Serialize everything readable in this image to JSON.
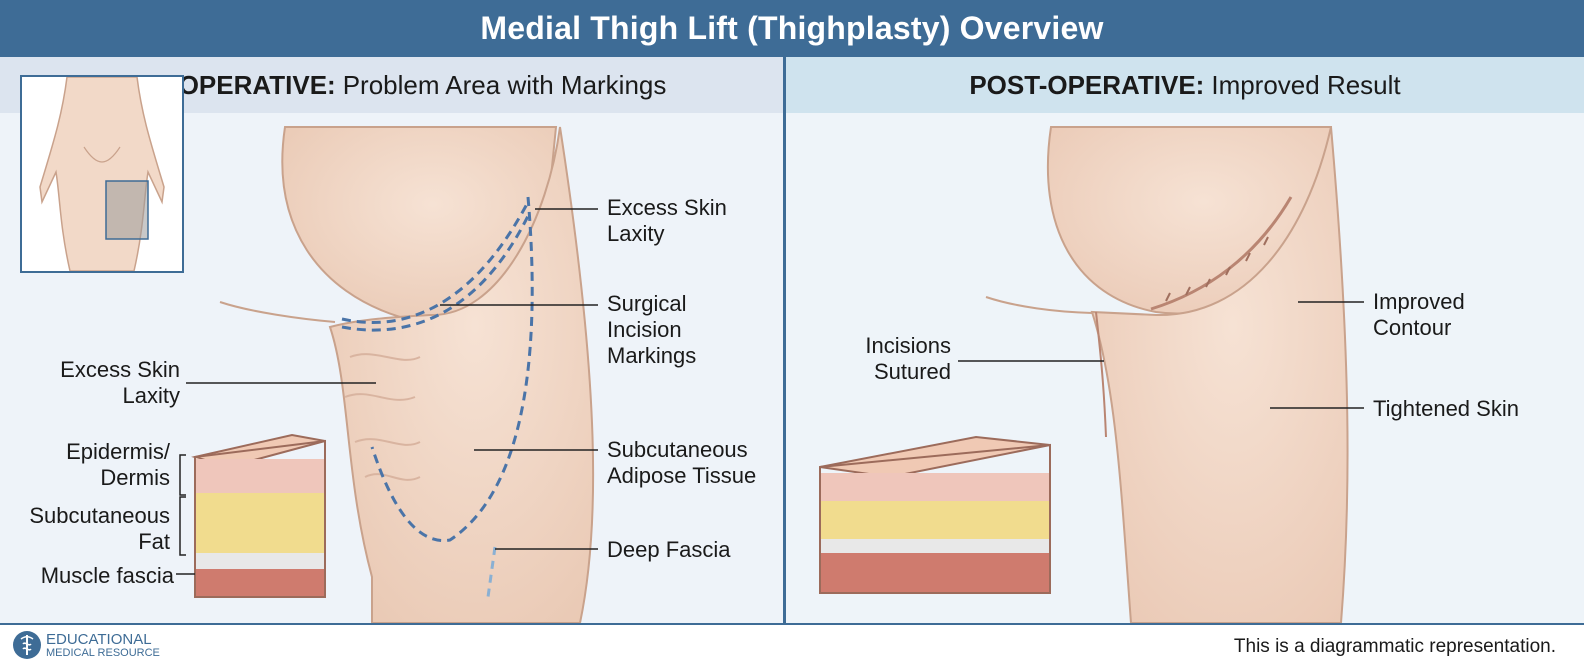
{
  "header": {
    "title": "Medial Thigh Lift (Thighplasty) Overview"
  },
  "pre_operative": {
    "heading_bold": "PRE-OPERATIVE:",
    "heading_rest": "Problem Area with Markings",
    "labels": {
      "excess_skin_laxity_top": [
        "Excess Skin",
        "Laxity"
      ],
      "surgical_incision_markings": [
        "Surgical",
        "Incision",
        "Markings"
      ],
      "excess_skin_laxity_left": [
        "Excess Skin",
        "Laxity"
      ],
      "subcutaneous_adipose_tissue": [
        "Subcutaneous",
        "Adipose Tissue"
      ],
      "deep_fascia": "Deep Fascia",
      "epidermis_dermis": [
        "Epidermis/",
        "Dermis"
      ],
      "subcutaneous_fat": [
        "Subcutaneous",
        "Fat"
      ],
      "muscle_fascia": "Muscle fascia"
    }
  },
  "post_operative": {
    "heading_bold": "POST-OPERATIVE:",
    "heading_rest": "Improved Result",
    "labels": {
      "improved_contour": [
        "Improved",
        "Contour"
      ],
      "incisions_sutured": [
        "Incisions",
        "Sutured"
      ],
      "tightened_skin": "Tightened Skin"
    }
  },
  "footer": {
    "brand_line1": "EDUCATIONAL",
    "brand_line2": "MEDICAL RESOURCE",
    "note": "This is a diagrammatic representation."
  },
  "colors": {
    "header_blue": "#3e6c96",
    "skin": "#f2d9c8",
    "marking_dashes": "#4a74a8",
    "fat_yellow": "#f1dc8e",
    "muscle_red": "#cf7b6e"
  }
}
